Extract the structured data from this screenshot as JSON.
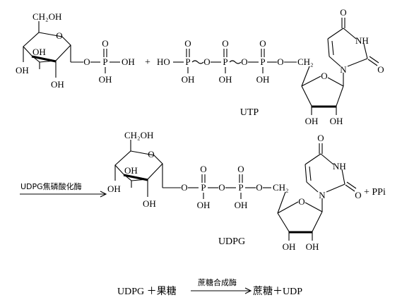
{
  "molecules": {
    "glucose_phosphate": {
      "ch2oh": "CH₂OH",
      "ring_o": "O",
      "oh_left": "OH",
      "oh_mid": "OH",
      "oh_bottom": "OH",
      "o_link": "O",
      "p": "P",
      "p_dbl_o": "O",
      "p_oh_right": "OH",
      "p_oh_bottom": "OH"
    },
    "plus_1": "+",
    "utp": {
      "ho_left": "HO",
      "p1": "P",
      "p2": "P",
      "p3": "P",
      "o1": "O",
      "o2": "O",
      "o3": "O",
      "dbl1": "O",
      "dbl2": "O",
      "dbl3": "O",
      "oh1": "OH",
      "oh2": "OH",
      "oh3": "OH",
      "ch2": "CH₂",
      "sugar_o": "O",
      "sugar_oh1": "OH",
      "sugar_oh2": "OH",
      "base_o_top": "O",
      "base_nh": "NH",
      "base_n": "N",
      "base_o_right": "O",
      "name": "UTP"
    },
    "udpg": {
      "ch2oh": "CH₂OH",
      "ring_o": "O",
      "oh_left": "OH",
      "oh_mid": "OH",
      "oh_bottom": "OH",
      "o1": "O",
      "p1": "P",
      "o2": "O",
      "p2": "P",
      "o3": "O",
      "dbl1": "O",
      "dbl2": "O",
      "oh1": "OH",
      "oh2": "OH",
      "ch2": "CH₂",
      "sugar_o": "O",
      "sugar_oh1": "OH",
      "sugar_oh2": "OH",
      "base_o_top": "O",
      "base_nh": "NH",
      "base_n": "N",
      "base_o_right": "O",
      "name": "UDPG"
    },
    "plus_ppi": "+ PPi"
  },
  "reaction1": {
    "enzyme": "UDPG焦磷酸化酶"
  },
  "reaction2": {
    "left": "UDPG ＋果糖",
    "enzyme": "蔗糖合成酶",
    "right": "蔗糖＋UDP"
  },
  "colors": {
    "ink": "#000000",
    "background": "#ffffff"
  }
}
